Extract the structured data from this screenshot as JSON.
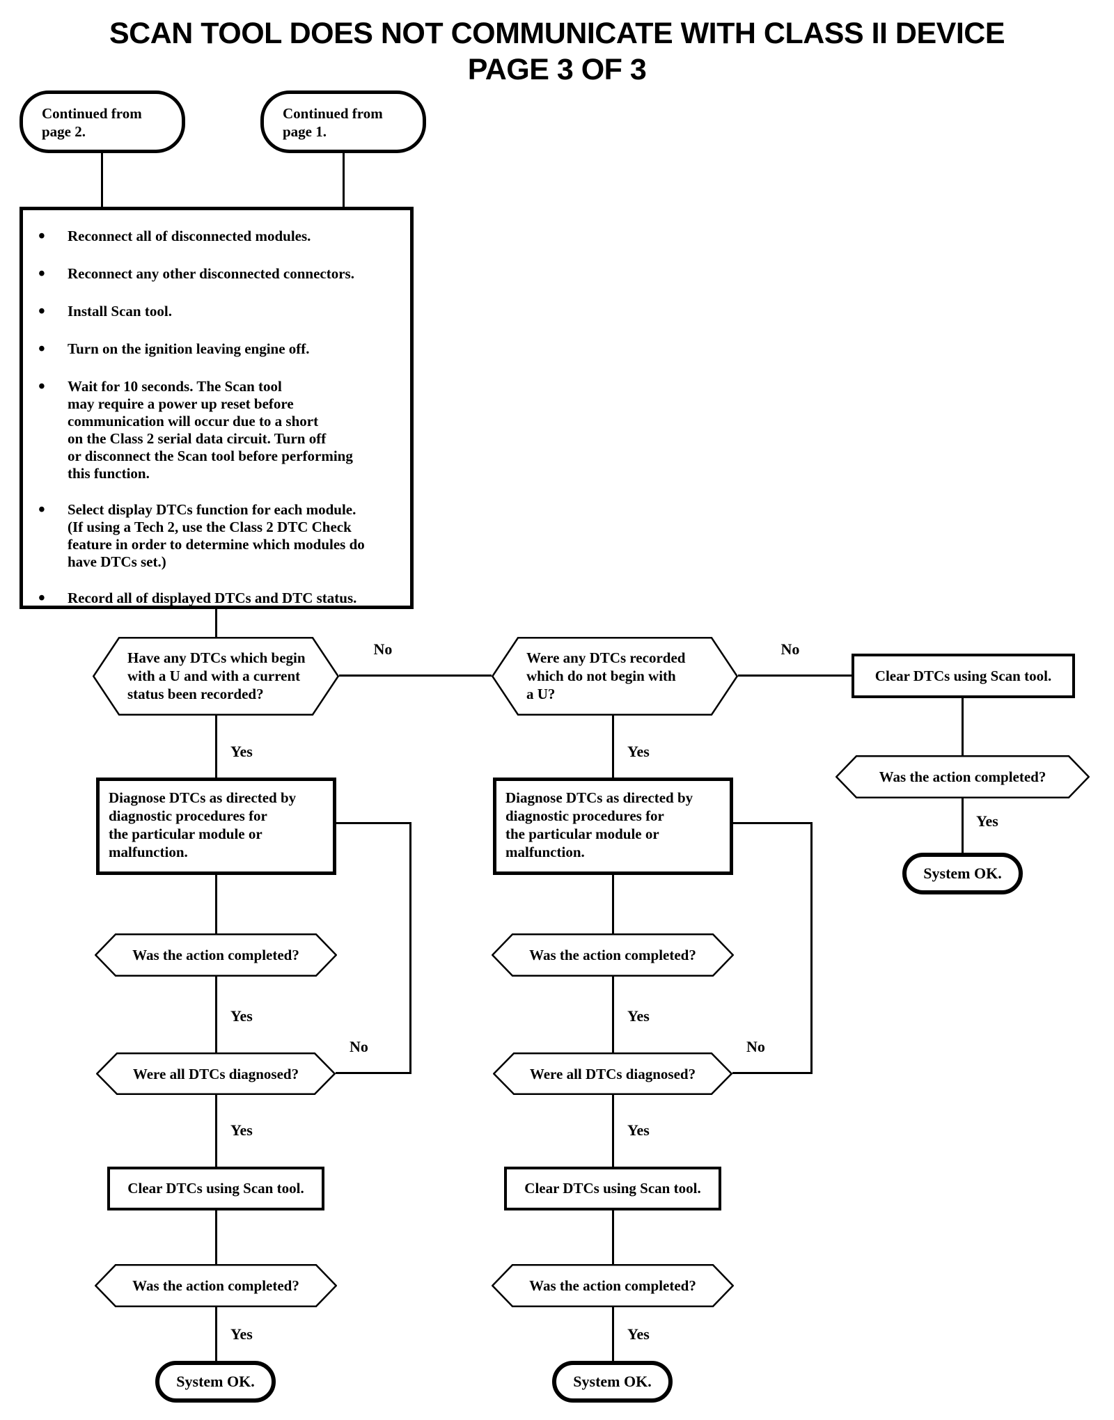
{
  "title": {
    "line1": "SCAN TOOL DOES NOT COMMUNICATE WITH CLASS II DEVICE",
    "line2": "PAGE 3 OF 3"
  },
  "nodes": {
    "continued_from_page_2": "Continued from page 2.",
    "continued_from_page_1": "Continued from page 1.",
    "setup_steps": [
      "Reconnect all of disconnected modules.",
      "Reconnect any other disconnected connectors.",
      "Install Scan tool.",
      "Turn on the ignition leaving engine off.",
      "Wait for 10 seconds. The Scan tool\nmay require a power up reset before\ncommunication will occur due to a short\non the Class 2 serial data circuit. Turn off\nor disconnect the Scan tool before performing\nthis function.",
      "Select display DTCs function for each module.\n(If using a Tech 2, use the Class 2 DTC Check\nfeature in order to determine which modules do\nhave DTCs set.)",
      "Record all of displayed DTCs and DTC status."
    ],
    "q_dtc_u_current": "Have any DTCs which begin\nwith a U and with a current\nstatus been recorded?",
    "q_dtc_not_u": "Were any DTCs recorded\nwhich do not begin with\na U?",
    "diagnose_dtcs": "Diagnose DTCs as directed by\ndiagnostic procedures for\nthe particular module or\nmalfunction.",
    "clear_dtcs": "Clear DTCs using Scan tool.",
    "q_action_completed": "Was the action completed?",
    "q_all_dtcs_diagnosed": "Were all DTCs diagnosed?",
    "system_ok": "System OK."
  },
  "edge_labels": {
    "yes": "Yes",
    "no": "No"
  },
  "colors": {
    "ink": "#000000",
    "paper": "#ffffff"
  }
}
